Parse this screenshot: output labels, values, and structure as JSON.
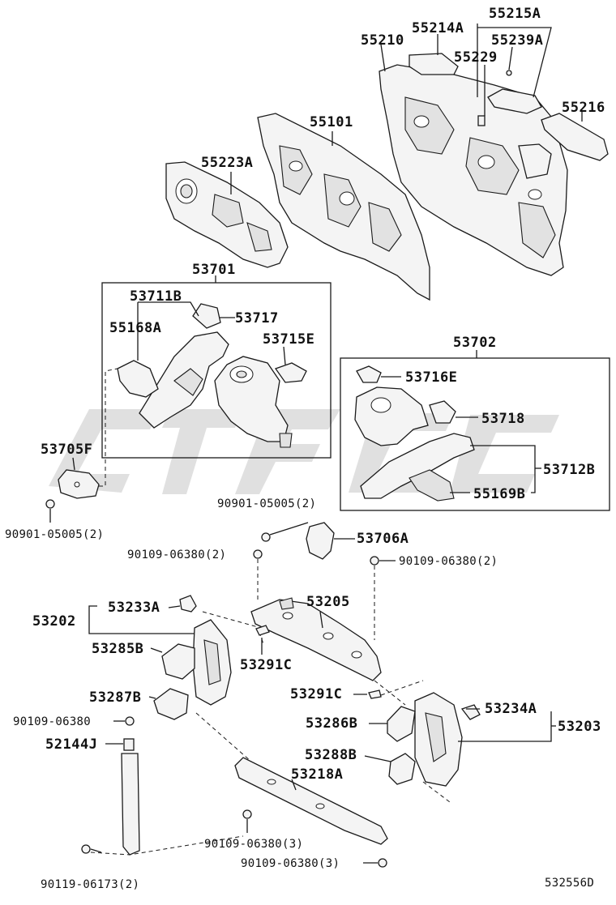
{
  "diagram_id": "532556D",
  "watermark_text": "",
  "colors": {
    "line": "#1a1a1a",
    "part_fill": "#f4f4f4",
    "watermark": "#d6d6d6"
  },
  "labels": {
    "p55215A": "55215A",
    "p55214A": "55214A",
    "p55239A": "55239A",
    "p55210": "55210",
    "p55229": "55229",
    "p55216": "55216",
    "p55101": "55101",
    "p55223A": "55223A",
    "p53701": "53701",
    "p53711B": "53711B",
    "p53717": "53717",
    "p55168A": "55168A",
    "p53715E": "53715E",
    "p53702": "53702",
    "p53716E": "53716E",
    "p53718": "53718",
    "p53712B": "53712B",
    "p55169B": "55169B",
    "p53705F": "53705F",
    "b90901a": "90901-05005(2)",
    "b90901b": "90901-05005(2)",
    "p53706A": "53706A",
    "b90109a": "90109-06380(2)",
    "b90109b": "90109-06380(2)",
    "p53202": "53202",
    "p53233A": "53233A",
    "p53205": "53205",
    "p53285B": "53285B",
    "p53291Ca": "53291C",
    "p53291Cb": "53291C",
    "p53287B": "53287B",
    "b90109c": "90109-06380",
    "p53286B": "53286B",
    "p53234A": "53234A",
    "p53203": "53203",
    "p52144J": "52144J",
    "p53288B": "53288B",
    "p53218A": "53218A",
    "b90109d": "90109-06380(3)",
    "b90109e": "90109-06380(3)",
    "b90119": "90119-06173(2)"
  }
}
